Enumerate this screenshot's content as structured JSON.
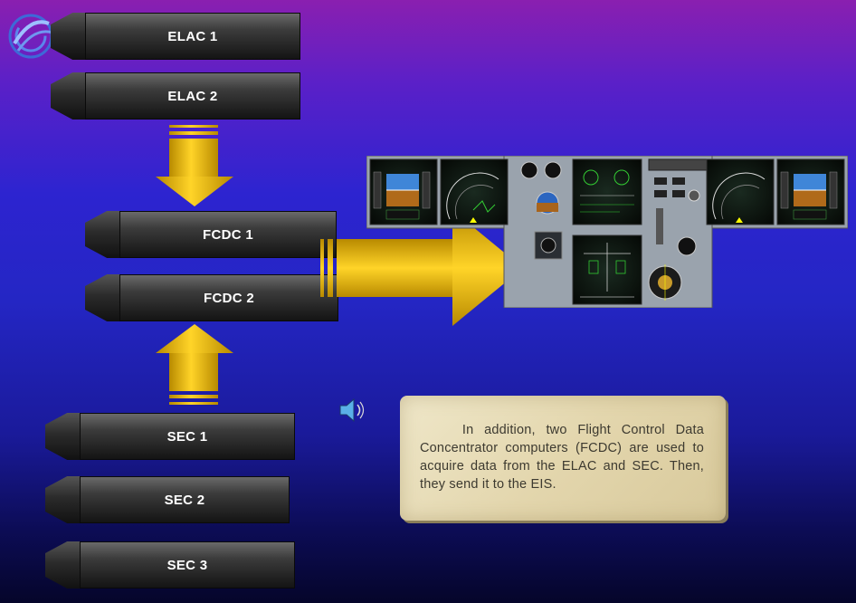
{
  "units": {
    "elac1": "ELAC 1",
    "elac2": "ELAC 2",
    "fcdc1": "FCDC 1",
    "fcdc2": "FCDC 2",
    "sec1": "SEC 1",
    "sec2": "SEC 2",
    "sec3": "SEC 3"
  },
  "description": "    In addition, two Flight Control Data Concentrator computers (FCDC) are used to acquire data from the ELAC and SEC. Then, they send it to the EIS.",
  "colors": {
    "arrow": "#f2c200",
    "textbox_bg": "#e8dcb6"
  },
  "icons": {
    "logo": "airline-logo-icon",
    "sound": "speaker-icon"
  }
}
